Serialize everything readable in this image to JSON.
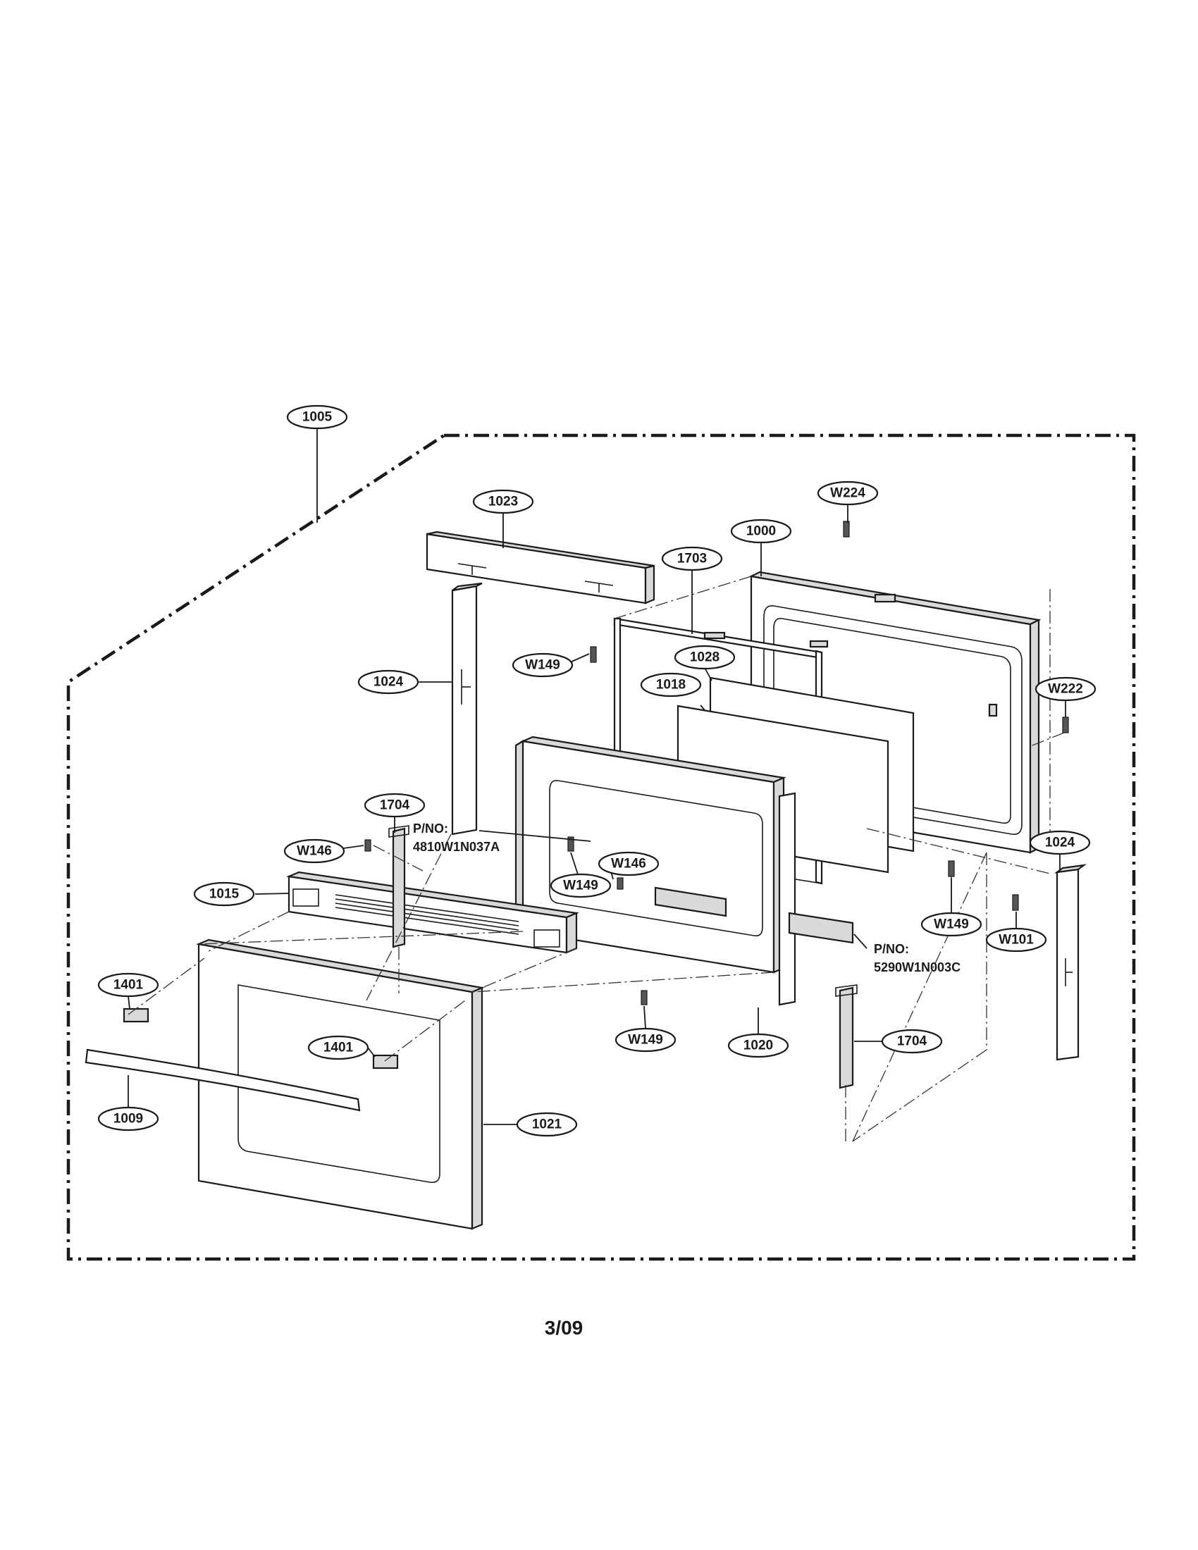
{
  "diagram": {
    "page_number": "3/09",
    "callouts": {
      "c1005": "1005",
      "c1023": "1023",
      "cW224": "W224",
      "c1000": "1000",
      "c1703": "1703",
      "cW149a": "W149",
      "c1028": "1028",
      "c1024a": "1024",
      "c1018": "1018",
      "cW222": "W222",
      "c1704a": "1704",
      "cW146a": "W146",
      "cW146b": "W146",
      "cW149b": "W149",
      "c1015": "1015",
      "cW149c": "W149",
      "cW101": "W101",
      "c1024b": "1024",
      "c1401a": "1401",
      "c1401b": "1401",
      "cW149d": "W149",
      "c1020": "1020",
      "c1704b": "1704",
      "c1009": "1009",
      "c1021": "1021"
    },
    "notes": {
      "pno1_label": "P/NO:",
      "pno1_value": "4810W1N037A",
      "pno2_label": "P/NO:",
      "pno2_value": "5290W1N003C"
    },
    "colors": {
      "line": "#1a1a1a",
      "fill_grey": "#d9d9d9",
      "background": "#ffffff"
    }
  }
}
